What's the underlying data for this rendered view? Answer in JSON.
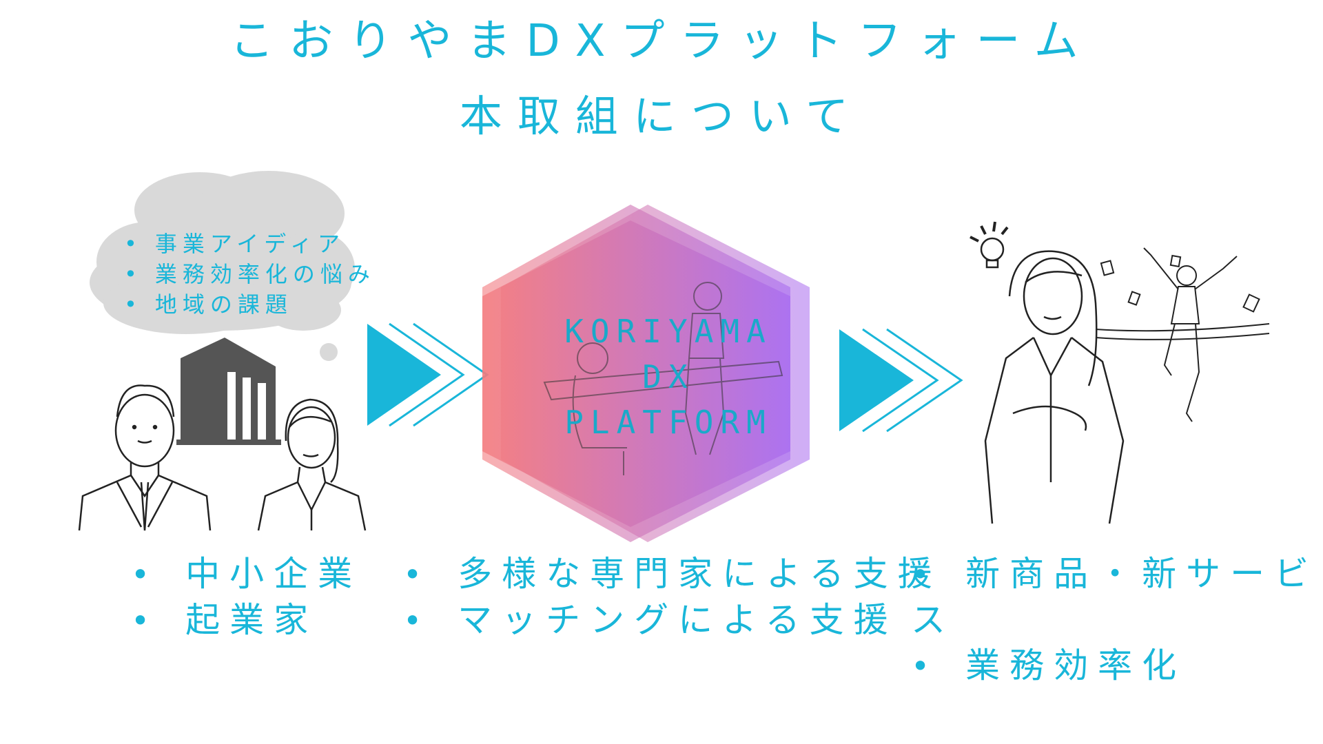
{
  "title_line1": "こおりやまDXプラットフォーム",
  "title_line2": "本取組について",
  "cloud_items": [
    "事業アイディア",
    "業務効率化の悩み",
    "地域の課題"
  ],
  "hexagon_text": [
    "KORIYAMA",
    "DX",
    "PLATFORM"
  ],
  "left_list": [
    "中小企業",
    "起業家"
  ],
  "middle_list": [
    "多様な専門家による支援",
    "マッチングによる支援"
  ],
  "right_list": [
    "新商品・新サービス",
    "業務効率化"
  ],
  "colors": {
    "accent": "#19b6d9",
    "hex_left": "#f47a7c",
    "hex_right": "#a86cf0",
    "cloud": "#d9d9d9",
    "building": "#555555"
  },
  "icons": [
    "thought-cloud-icon",
    "building-icon",
    "businessman-icon",
    "businesswoman-icon",
    "arrow-chevrons-icon",
    "meeting-icon",
    "lightbulb-icon",
    "celebrating-man-icon",
    "finish-tape-icon"
  ]
}
